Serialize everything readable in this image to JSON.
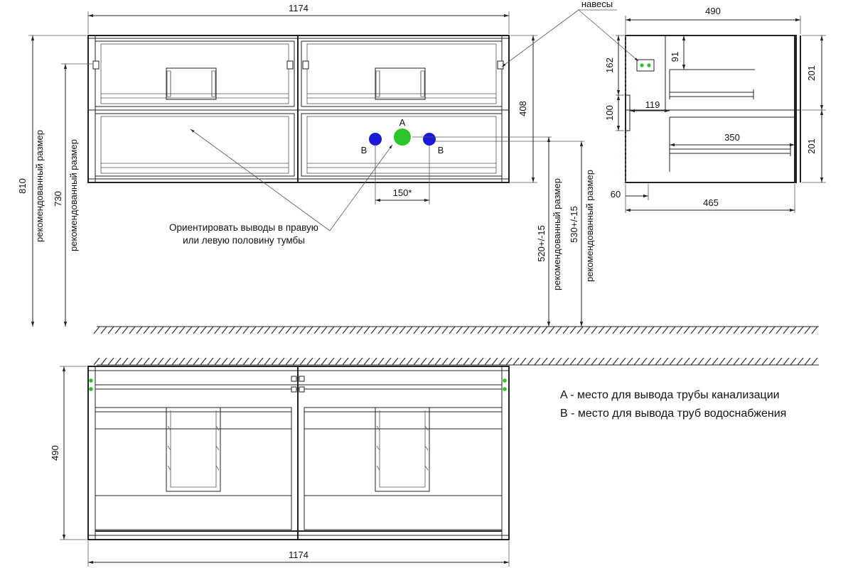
{
  "front_view": {
    "width_dim": "1174",
    "height_dim": "408",
    "total_height_dim": "810",
    "total_height_note": "рекомендованный размер",
    "mount_height_dim": "730",
    "mount_height_note": "рекомендованный размер",
    "drain_height_dim": "520+/-15",
    "drain_height_note": "рекомендованный размер",
    "water_height_dim": "530+/-15",
    "water_height_note": "рекомендованный размер",
    "spacing_dim": "150*",
    "marker_a": "A",
    "marker_b_left": "B",
    "marker_b_right": "B",
    "orientation_note_line1": "Ориентировать выводы в правую",
    "orientation_note_line2": "или левую половину тумбы"
  },
  "side_view": {
    "depth_dim": "490",
    "hinges_label": "навесы",
    "hinge_height_dim": "162",
    "top_offset_dim": "91",
    "panel_height_dim": "100",
    "panel_offset_dim": "119",
    "inner_width_dim": "350",
    "upper_drawer_dim": "201",
    "lower_drawer_dim": "201",
    "back_gap_dim": "60",
    "body_depth_dim": "465"
  },
  "top_view": {
    "depth_dim": "490",
    "width_dim": "1174"
  },
  "legend": {
    "a": "A - место для вывода трубы канализации",
    "b": "B - место для вывода труб водоснабжения"
  },
  "colors": {
    "drain_marker": "#2bc42b",
    "water_marker": "#1a1ad6",
    "hinge_marker": "#2bc42b"
  }
}
